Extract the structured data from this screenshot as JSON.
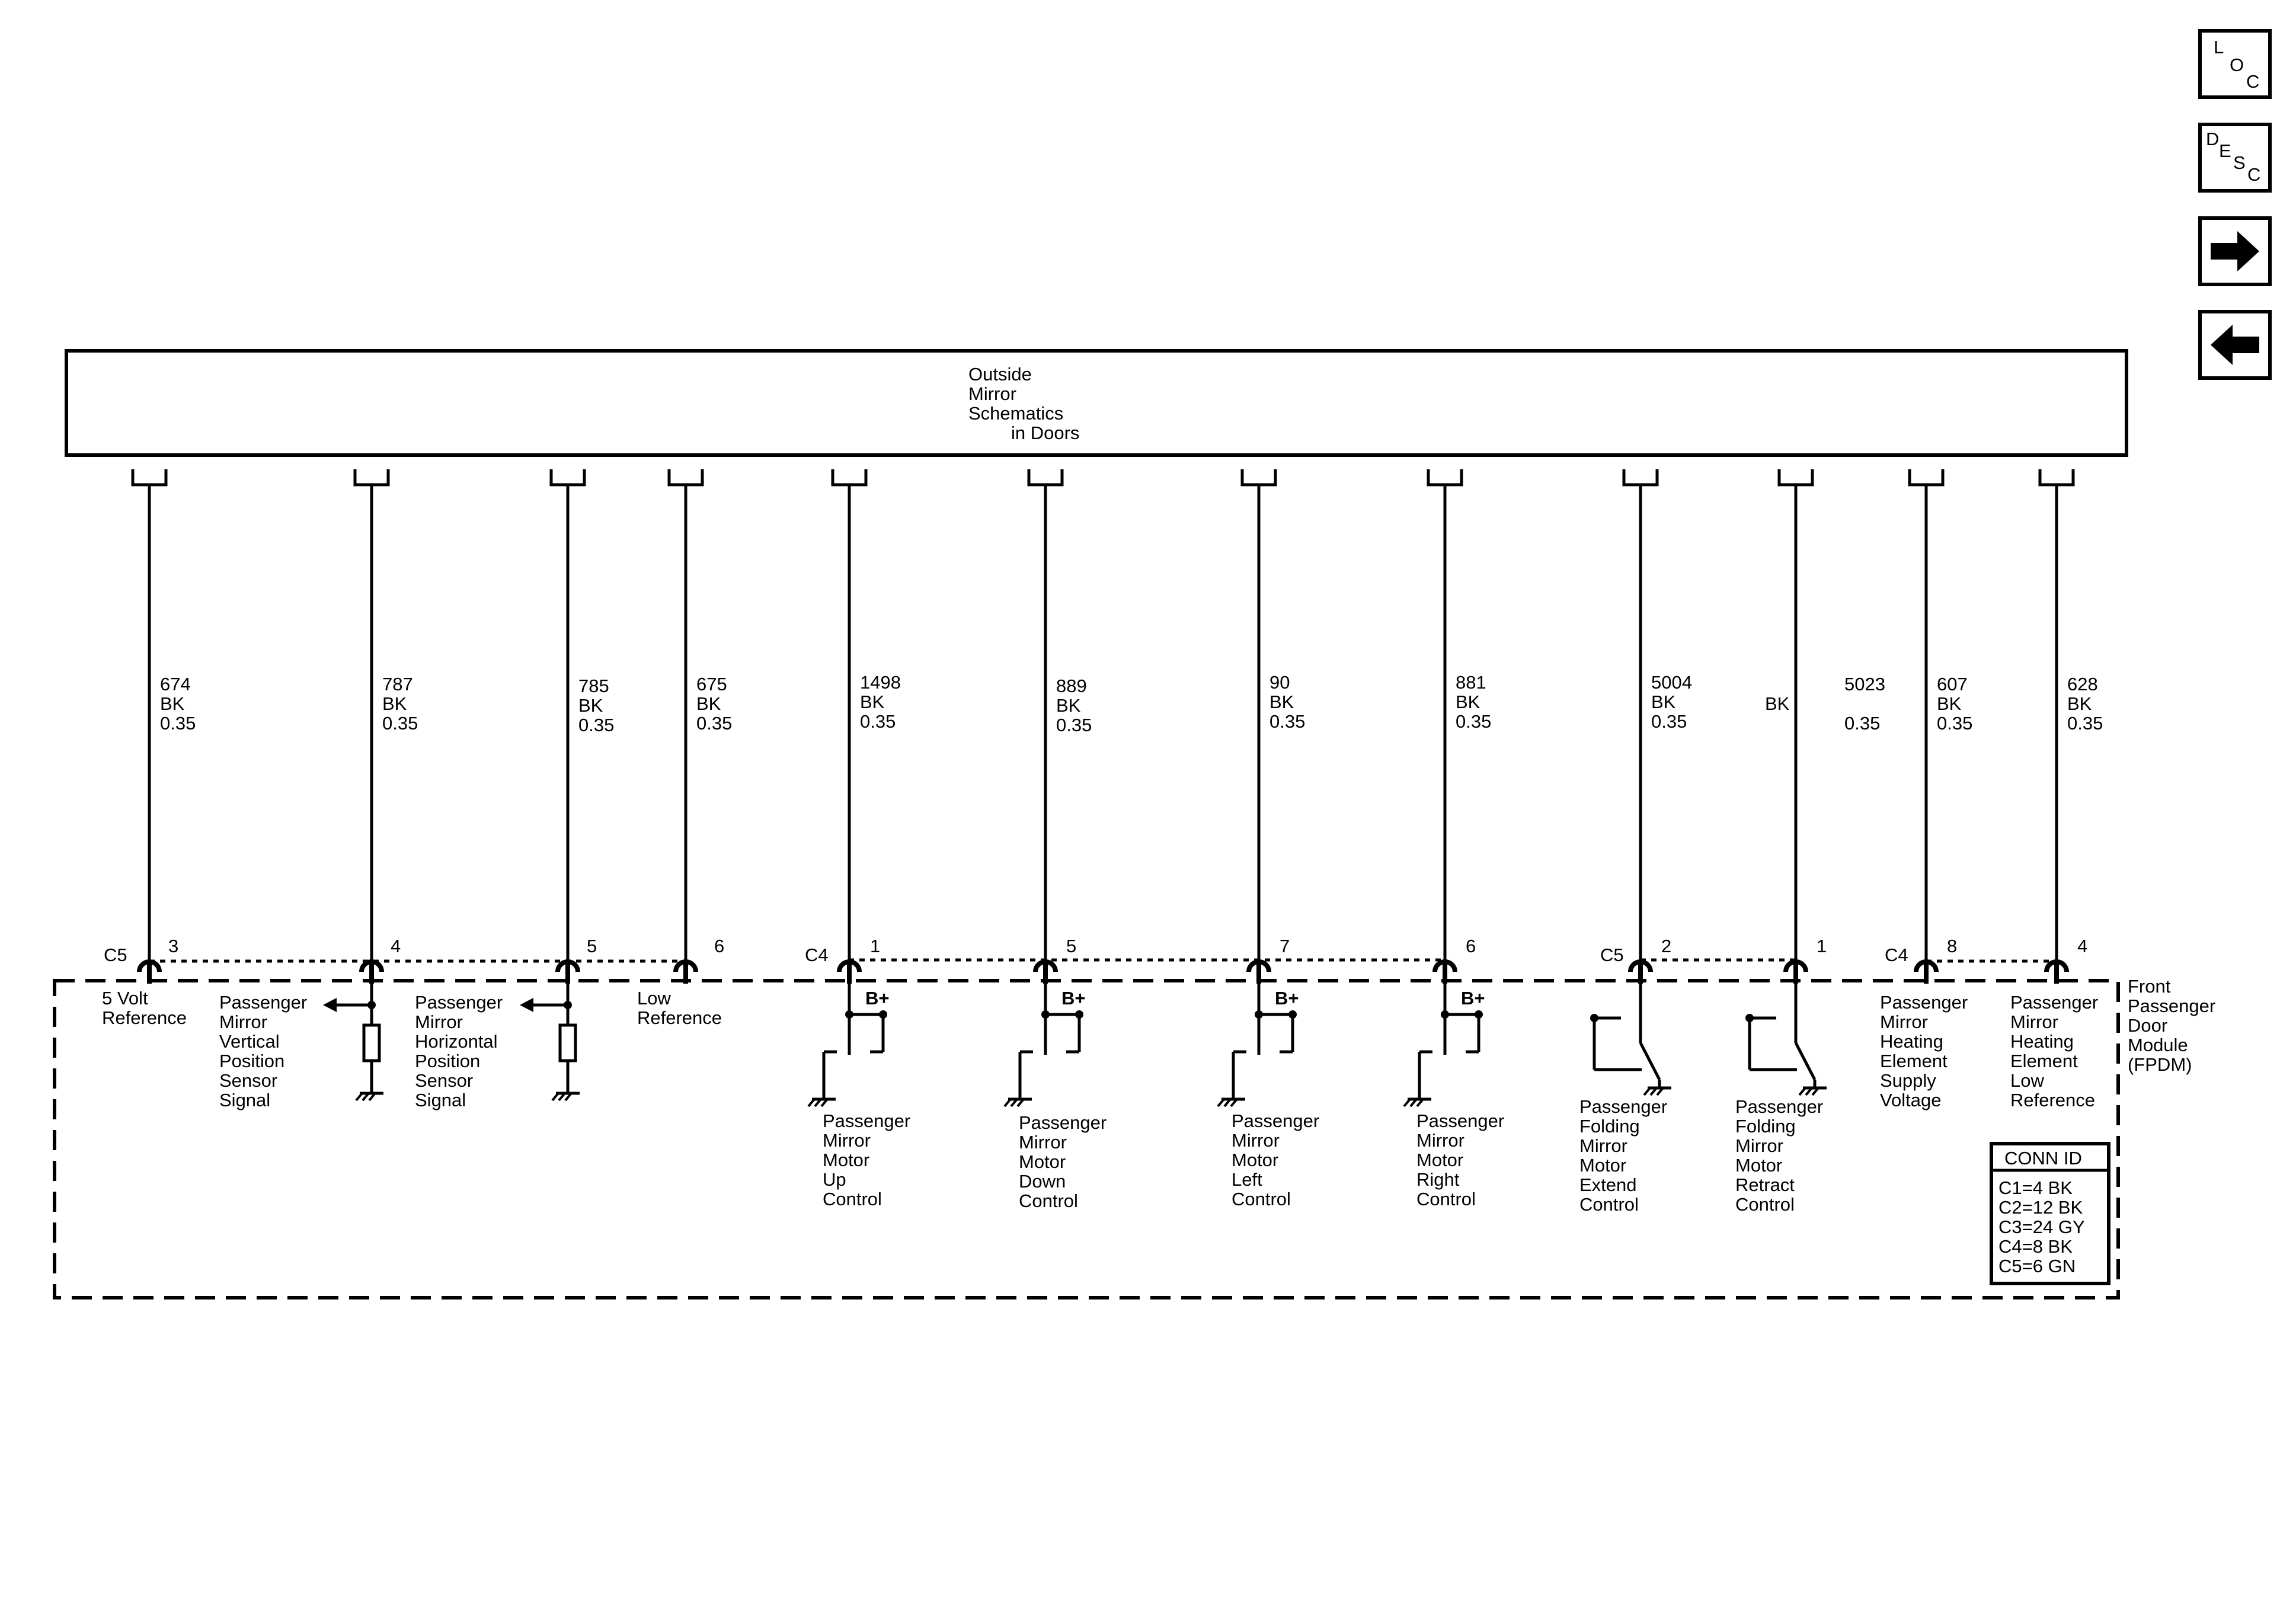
{
  "nav": {
    "loc": {
      "l1": "L",
      "l2": "O",
      "l3": "C"
    },
    "desc": {
      "l1": "D",
      "l2": "E",
      "l3": "S",
      "l4": "C"
    }
  },
  "top_component": {
    "lines": [
      "Outside",
      "Mirror",
      "Schematics",
      "in Doors"
    ]
  },
  "module": {
    "lines": [
      "Front",
      "Passenger",
      "Door",
      "Module",
      "(FPDM)"
    ]
  },
  "connectors": [
    "C5",
    "C4",
    "C5",
    "C4"
  ],
  "circuits": [
    {
      "circuit": "674",
      "color": "BK",
      "gauge": "0.35",
      "pin": "3",
      "function": [
        "5 Volt",
        "Reference"
      ]
    },
    {
      "circuit": "787",
      "color": "BK",
      "gauge": "0.35",
      "pin": "4",
      "function": [
        "Passenger",
        "Mirror",
        "Vertical",
        "Position",
        "Sensor",
        "Signal"
      ]
    },
    {
      "circuit": "785",
      "color": "BK",
      "gauge": "0.35",
      "pin": "5",
      "function": [
        "Passenger",
        "Mirror",
        "Horizontal",
        "Position",
        "Sensor",
        "Signal"
      ]
    },
    {
      "circuit": "675",
      "color": "BK",
      "gauge": "0.35",
      "pin": "6",
      "function": [
        "Low",
        "Reference"
      ]
    },
    {
      "circuit": "1498",
      "color": "BK",
      "gauge": "0.35",
      "pin": "1",
      "function": [
        "Passenger",
        "Mirror",
        "Motor",
        "Up",
        "Control"
      ]
    },
    {
      "circuit": "889",
      "color": "BK",
      "gauge": "0.35",
      "pin": "5",
      "function": [
        "Passenger",
        "Mirror",
        "Motor",
        "Down",
        "Control"
      ]
    },
    {
      "circuit": "90",
      "color": "BK",
      "gauge": "0.35",
      "pin": "7",
      "function": [
        "Passenger",
        "Mirror",
        "Motor",
        "Left",
        "Control"
      ]
    },
    {
      "circuit": "881",
      "color": "BK",
      "gauge": "0.35",
      "pin": "6",
      "function": [
        "Passenger",
        "Mirror",
        "Motor",
        "Right",
        "Control"
      ]
    },
    {
      "circuit": "5004",
      "color": "BK",
      "gauge": "0.35",
      "pin": "2",
      "function": [
        "Passenger",
        "Folding",
        "Mirror",
        "Motor",
        "Extend",
        "Control"
      ]
    },
    {
      "circuit": "5023",
      "color": "BK",
      "gauge": "0.35",
      "pin": "1",
      "function": [
        "Passenger",
        "Folding",
        "Mirror",
        "Motor",
        "Retract",
        "Control"
      ]
    },
    {
      "circuit": "607",
      "color": "BK",
      "gauge": "0.35",
      "pin": "8",
      "function": [
        "Passenger",
        "Mirror",
        "Heating",
        "Element",
        "Supply",
        "Voltage"
      ]
    },
    {
      "circuit": "628",
      "color": "BK",
      "gauge": "0.35",
      "pin": "4",
      "function": [
        "Passenger",
        "Mirror",
        "Heating",
        "Element",
        "Low",
        "Reference"
      ]
    }
  ],
  "bplus": "B+",
  "conn_id": {
    "title": "CONN ID",
    "rows": [
      "C1=4 BK",
      "C2=12 BK",
      "C3=24 GY",
      "C4=8 BK",
      "C5=6 GN"
    ]
  },
  "icons": [
    "right-arrow-icon",
    "left-arrow-icon",
    "ground-icon",
    "resistor-icon"
  ]
}
